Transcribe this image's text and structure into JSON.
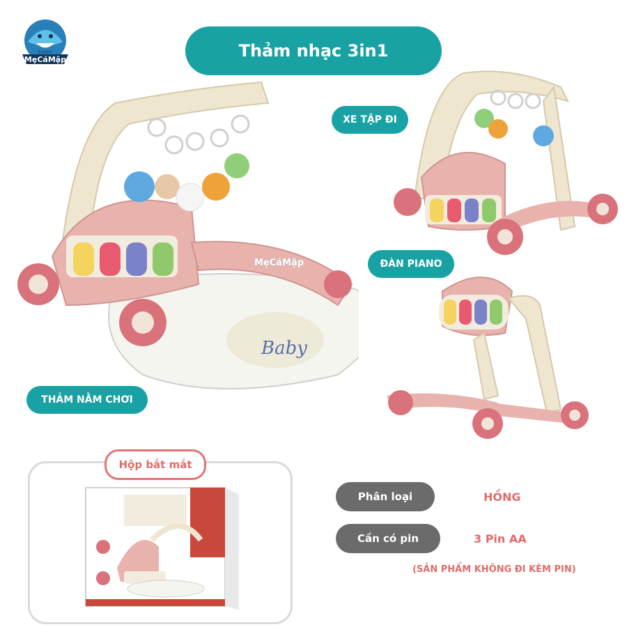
{
  "logo": {
    "top": "SHOP",
    "name": "MẹCáMập"
  },
  "title": "Thảm nhạc 3in1",
  "modes": {
    "walker": "XE TẬP ĐI",
    "piano": "ĐÀN PIANO",
    "play_mat": "THẢM NẰM CHƠI"
  },
  "box": {
    "label": "Hộp bắt mắt"
  },
  "specs": {
    "classification_label": "Phân loại",
    "classification_value": "HỒNG",
    "battery_label": "Cần có pin",
    "battery_value": "3 Pin AA",
    "battery_note": "(SẢN PHẨM KHÔNG ĐI KÈM PIN)"
  },
  "watermark": "MẹCáMập",
  "colors": {
    "teal": "#19a2a3",
    "pink": "#e26b6b",
    "gray": "#6b6b6b"
  }
}
